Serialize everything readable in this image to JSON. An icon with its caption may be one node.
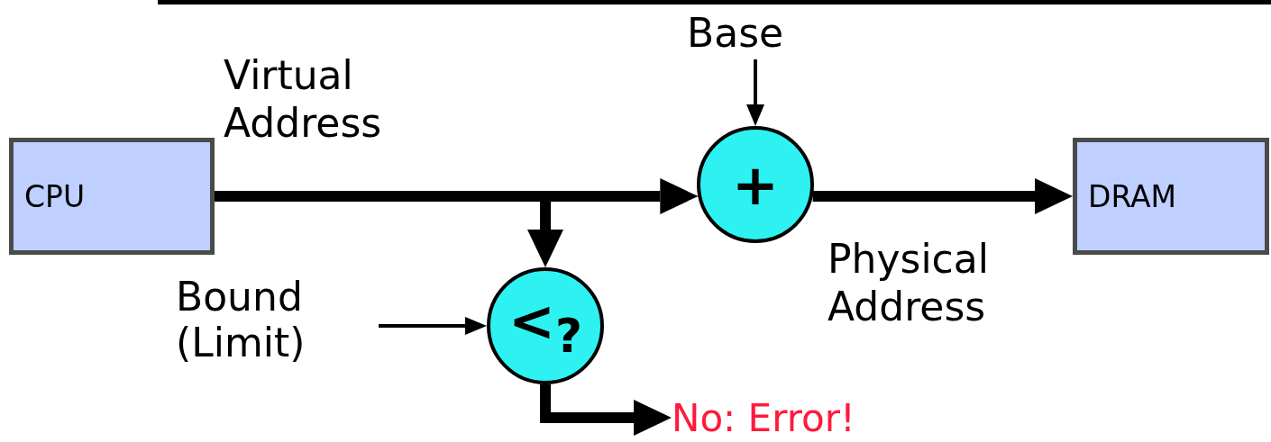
{
  "diagram": {
    "nodes": [
      {
        "text": [
          "CPU"
        ]
      },
      {
        "text": [
          "Base"
        ]
      },
      {
        "text": [
          "+"
        ]
      },
      {
        "text": [
          "DRAM"
        ]
      },
      {
        "text": [
          "Bound (Limit)"
        ]
      },
      {
        "text": [
          "<$_{?}$"
        ]
      },
      {
        "text": [
          "No: Error!"
        ]
      }
    ],
    "edges": [
      {
        "from": 0,
        "to": 2,
        "arrow": "to",
        "label": "Virtual Address"
      },
      {
        "from": 0,
        "to": 5,
        "arrow": "to"
      },
      {
        "from": 1,
        "to": 2,
        "arrow": "to"
      },
      {
        "from": 2,
        "to": 3,
        "arrow": "to",
        "label": "Physical Address"
      },
      {
        "from": 4,
        "to": 5,
        "arrow": "to"
      },
      {
        "from": 5,
        "to": 6,
        "arrow": "to"
      }
    ]
  }
}
